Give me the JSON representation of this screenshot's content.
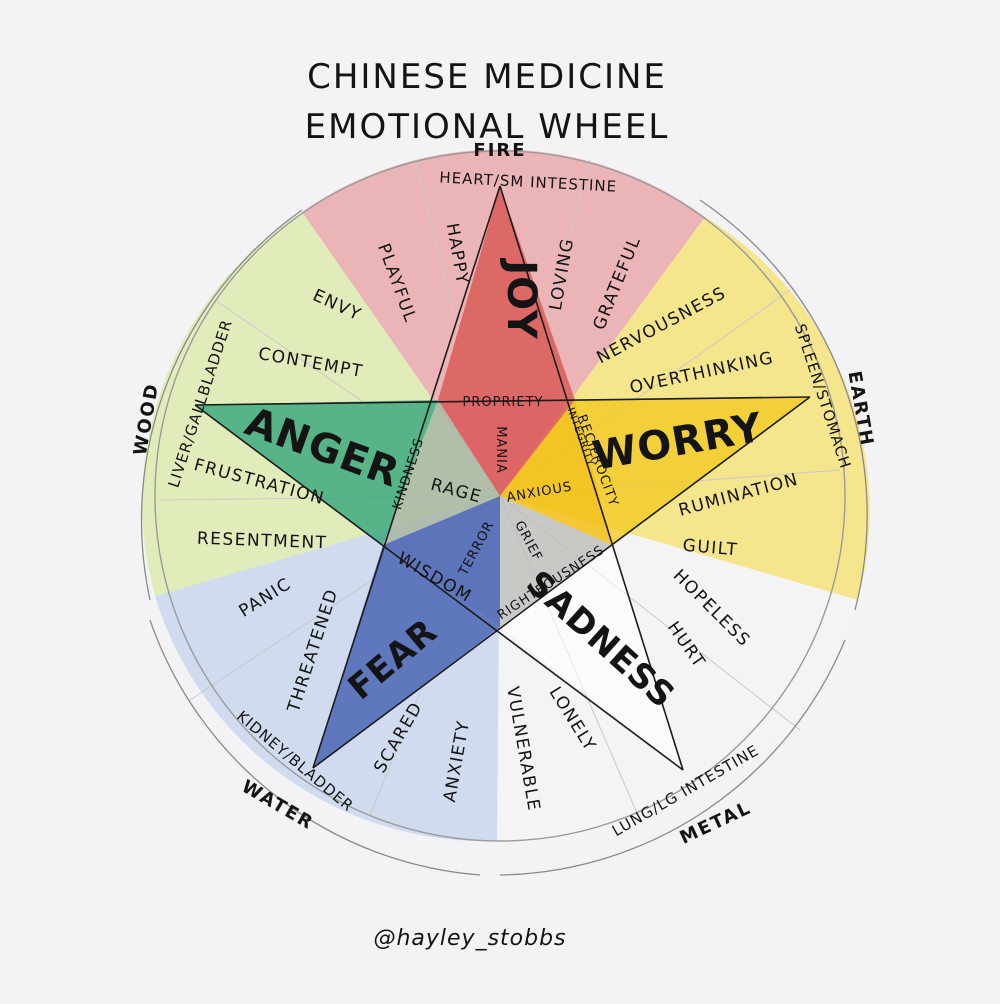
{
  "title_line1": "CHINESE MEDICINE",
  "title_line2": "EMOTIONAL WHEEL",
  "signature": "@hayley_stobbs",
  "elements": {
    "fire": "FIRE",
    "earth": "EARTH",
    "metal": "METAL",
    "water": "WATER",
    "wood": "WOOD"
  },
  "organs": {
    "fire": "HEART/SM INTESTINE",
    "earth": "SPLEEN/STOMACH",
    "metal": "LUNG/LG INTESTINE",
    "water": "KIDNEY/BLADDER",
    "wood": "LIVER/GALLBLADDER"
  },
  "emotions": {
    "joy": "JOY",
    "worry": "WORRY",
    "sadness": "SADNESS",
    "fear": "FEAR",
    "anger": "ANGER"
  },
  "virtues": {
    "propriety": "PROPRIETY",
    "reciprocity": "RECIPROCITY",
    "integrity": "INTEGRITY",
    "righteousness": "RIGHTEOUSNESS",
    "wisdom": "WISDOM",
    "kindness": "KINDNESS"
  },
  "extremes": {
    "mania": "MANIA",
    "anxious": "ANXIOUS",
    "grief": "GRIEF",
    "terror": "TERROR",
    "rage": "RAGE"
  },
  "feelings": {
    "fire": [
      "PLAYFUL",
      "HAPPY",
      "LOVING",
      "GRATEFUL"
    ],
    "earth": [
      "NERVOUSNESS",
      "OVERTHINKING",
      "RUMINATION",
      "GUILT"
    ],
    "metal": [
      "HOPELESS",
      "HURT",
      "LONELY",
      "VULNERABLE"
    ],
    "water": [
      "ANXIETY",
      "SCARED",
      "THREATENED",
      "PANIC"
    ],
    "wood": [
      "RESENTMENT",
      "FRUSTRATION",
      "CONTEMPT",
      "ENVY"
    ]
  },
  "colors": {
    "fire": "#e9a9ad",
    "fire_tri": "#d9534f",
    "earth": "#f5e27a",
    "earth_tri": "#f2c618",
    "metal": "#f4f4f4",
    "water": "#c9d6ee",
    "water_tri": "#4a64b5",
    "wood": "#dcebb0",
    "wood_tri": "#3fa882",
    "center": "#b9bcb5"
  }
}
